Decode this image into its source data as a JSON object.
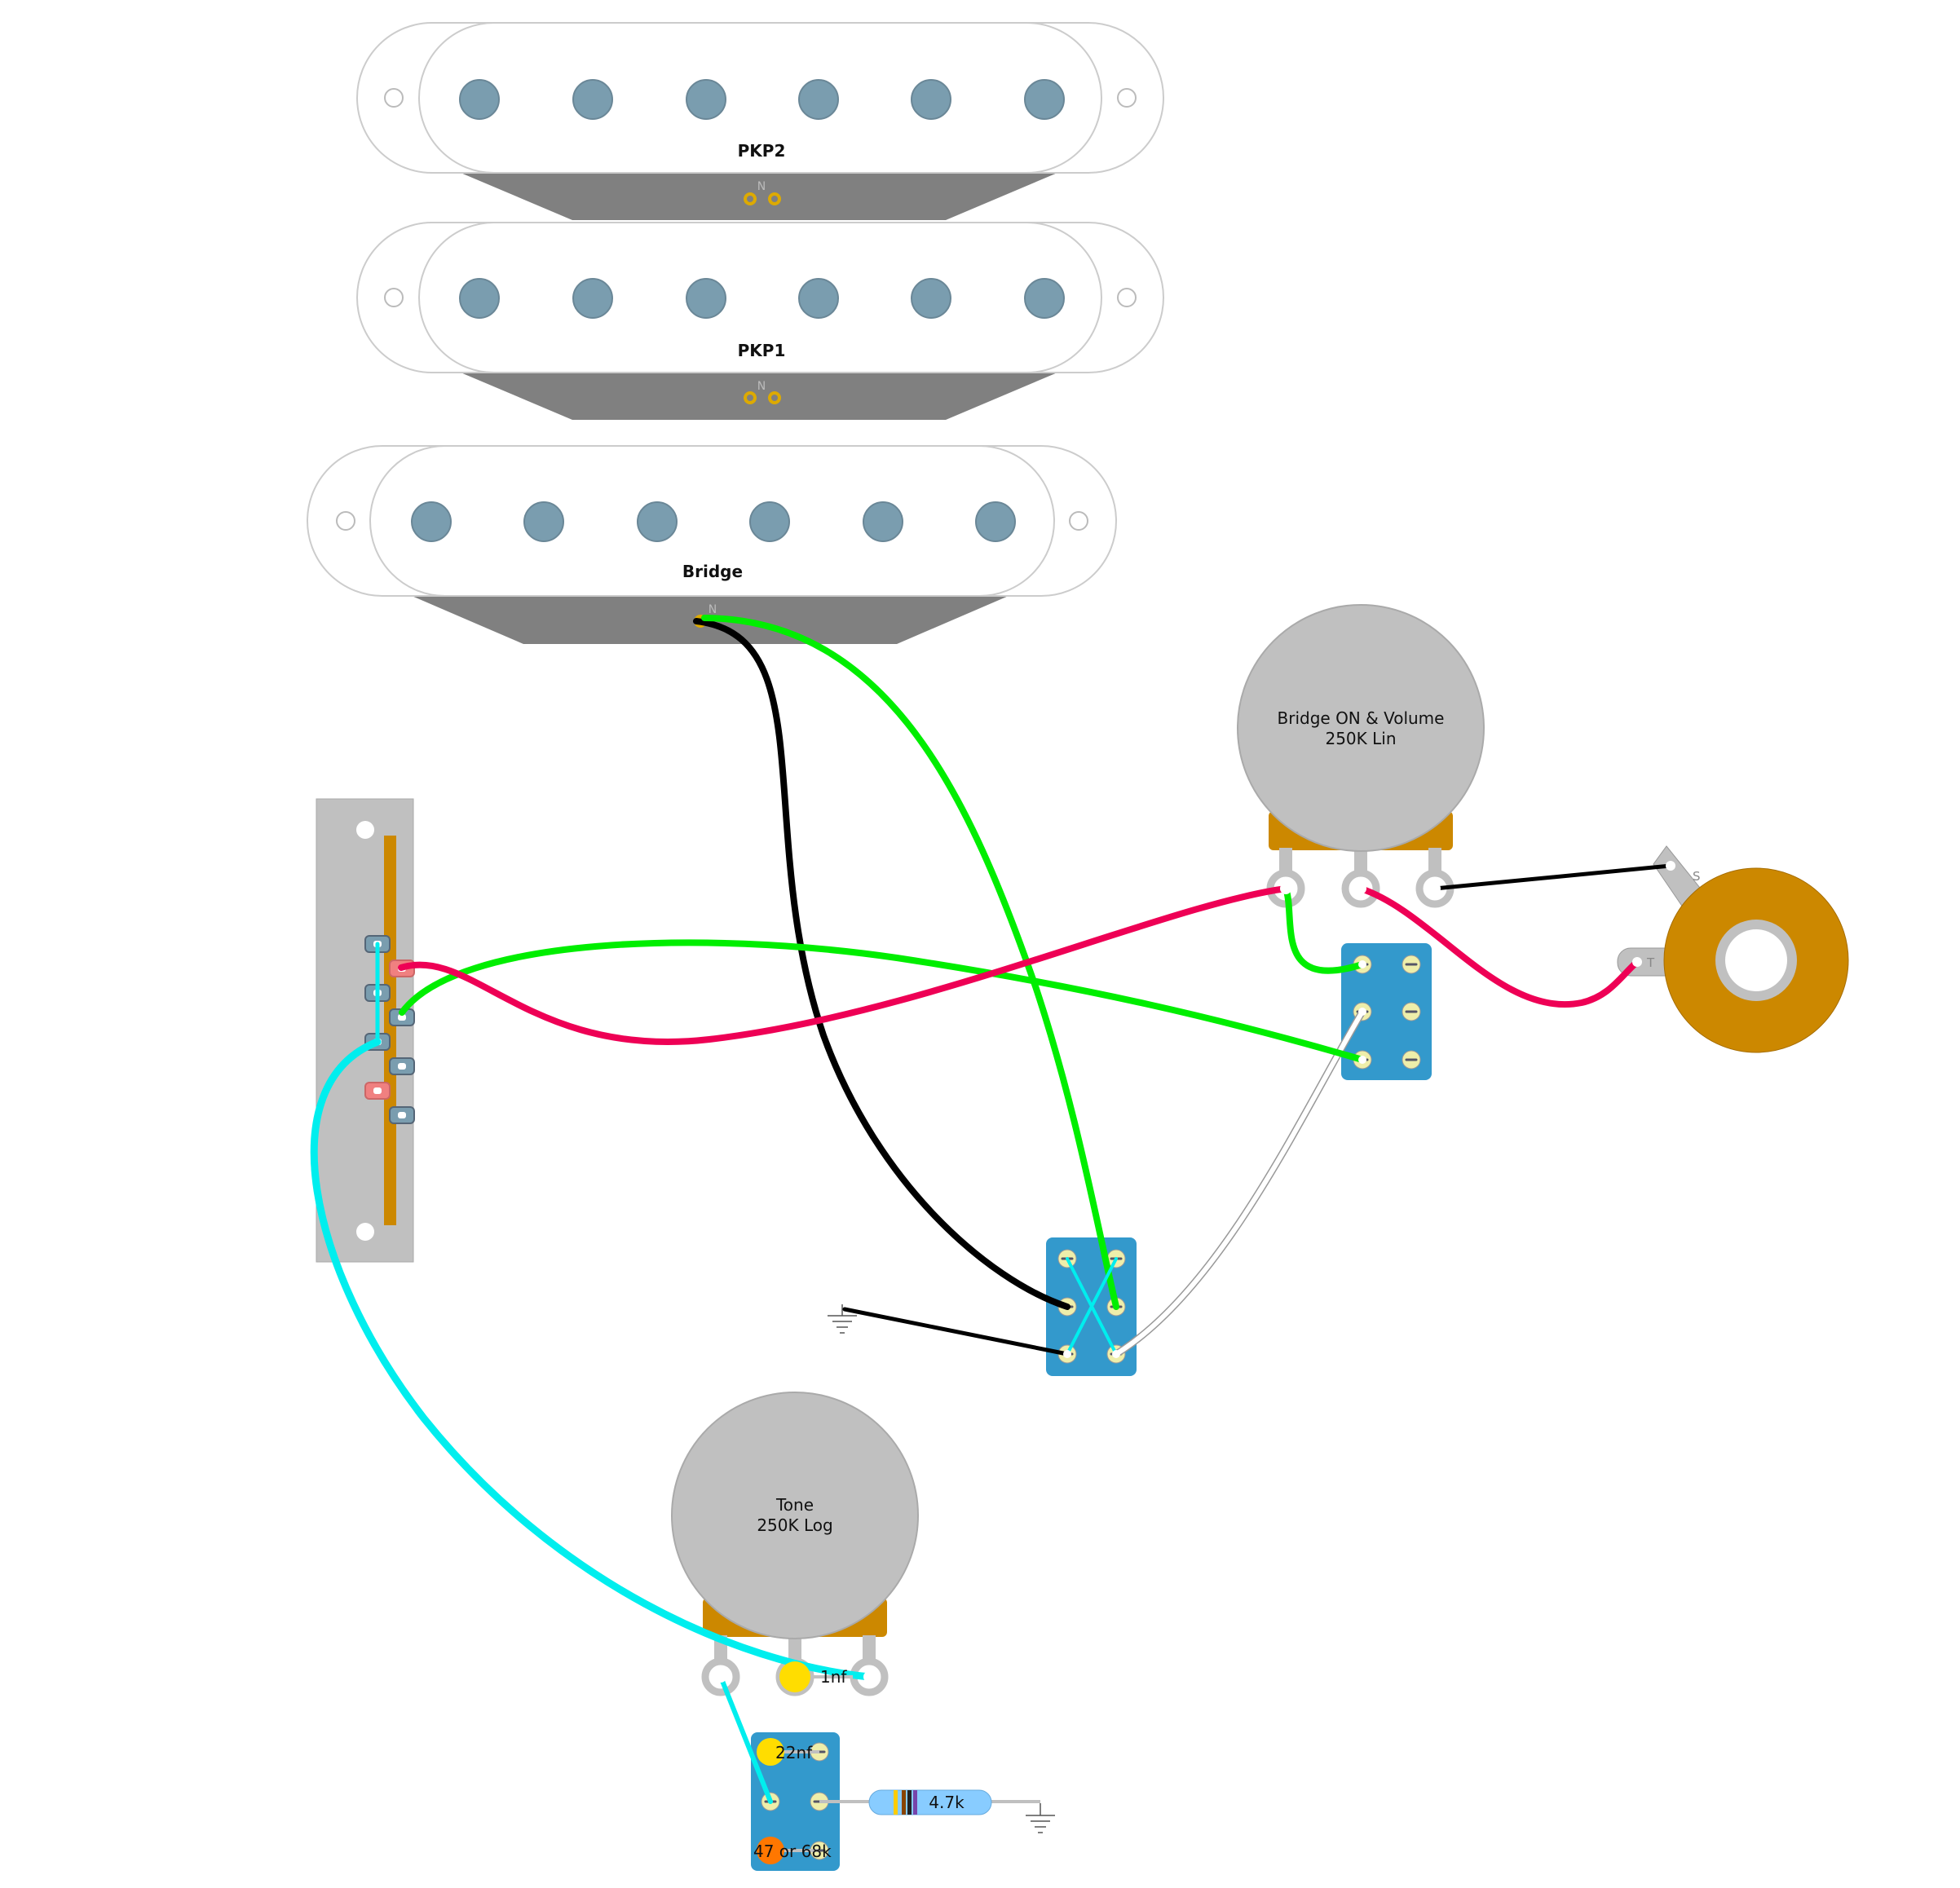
{
  "pickups": {
    "pkp2": {
      "label": "PKP2",
      "polarity": "N"
    },
    "pkp1": {
      "label": "PKP1",
      "polarity": "N"
    },
    "bridge": {
      "label": "Bridge",
      "polarity": "N"
    }
  },
  "volume_pot": {
    "line1": "Bridge ON & Volume",
    "line2": "250K Lin"
  },
  "tone_pot": {
    "line1": "Tone",
    "line2": "250K Log"
  },
  "jack": {
    "sleeve": "S",
    "tip": "T"
  },
  "components": {
    "cap_1nf": "1nf",
    "cap_22nf": "22nf",
    "resistor": "4.7k",
    "resistor_alt": "47 or 68k"
  },
  "colors": {
    "wire_black": "#000000",
    "wire_green": "#00ee00",
    "wire_red": "#ee0055",
    "wire_cyan": "#00eeee",
    "wire_white": "#ffffff",
    "switch_blue": "#3399cc",
    "pot_gray": "#c0c0c0",
    "pot_brass": "#cc8800",
    "pole_piece": "#7a9daf",
    "pickup_base": "#808080"
  }
}
